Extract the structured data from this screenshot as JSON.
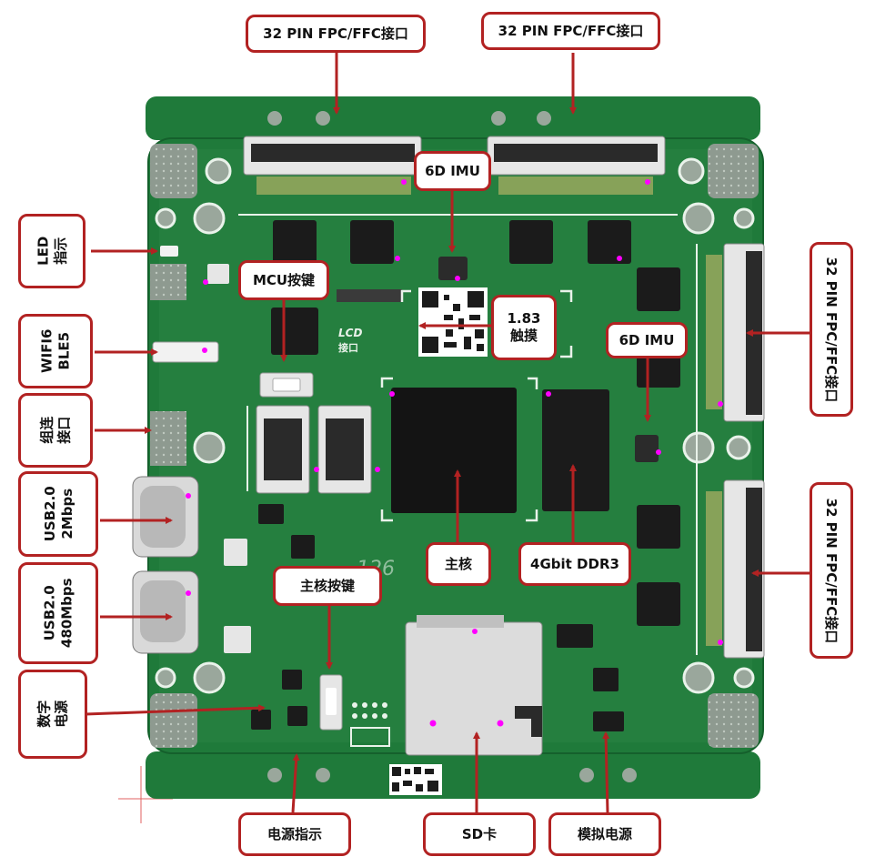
{
  "colors": {
    "board": "#1f7a3a",
    "board_dark": "#15602c",
    "board_light": "#2f9449",
    "silk": "#e9f2ea",
    "chip": "#1b1b1b",
    "arrow": "#b22222",
    "border": "#b22222",
    "corner_pad": "#8e9a90",
    "connector": "#e6e6e6",
    "magenta": "#ff00ff"
  },
  "labels": {
    "fpc_top_left": "32 PIN FPC/FFC接口",
    "fpc_top_right": "32 PIN FPC/FFC接口",
    "fpc_right_top": "32 PIN FPC/FFC接口",
    "fpc_right_bottom": "32 PIN FPC/FFC接口",
    "imu_top": "6D IMU",
    "imu_right": "6D IMU",
    "mcu_key": "MCU按键",
    "touch_line1": "1.83",
    "touch_line2": "触摸",
    "led_line1": "LED",
    "led_line2": "指示",
    "wifi_line1": "WIFI6",
    "wifi_line2": "BLE5",
    "group_line1": "组连",
    "group_line2": "接口",
    "usb2m_line1": "USB2.0",
    "usb2m_line2": "2Mbps",
    "usb480_line1": "USB2.0",
    "usb480_line2": "480Mbps",
    "main_key": "主核按键",
    "main_core": "主核",
    "ddr3": "4Gbit DDR3",
    "digital_power_line1": "数字",
    "digital_power_line2": "电源",
    "power_indicator": "电源指示",
    "sd_card": "SD卡",
    "analog_power": "模拟电源"
  },
  "silkscreen": {
    "lcd": "LCD",
    "lcd_port": "接口"
  }
}
